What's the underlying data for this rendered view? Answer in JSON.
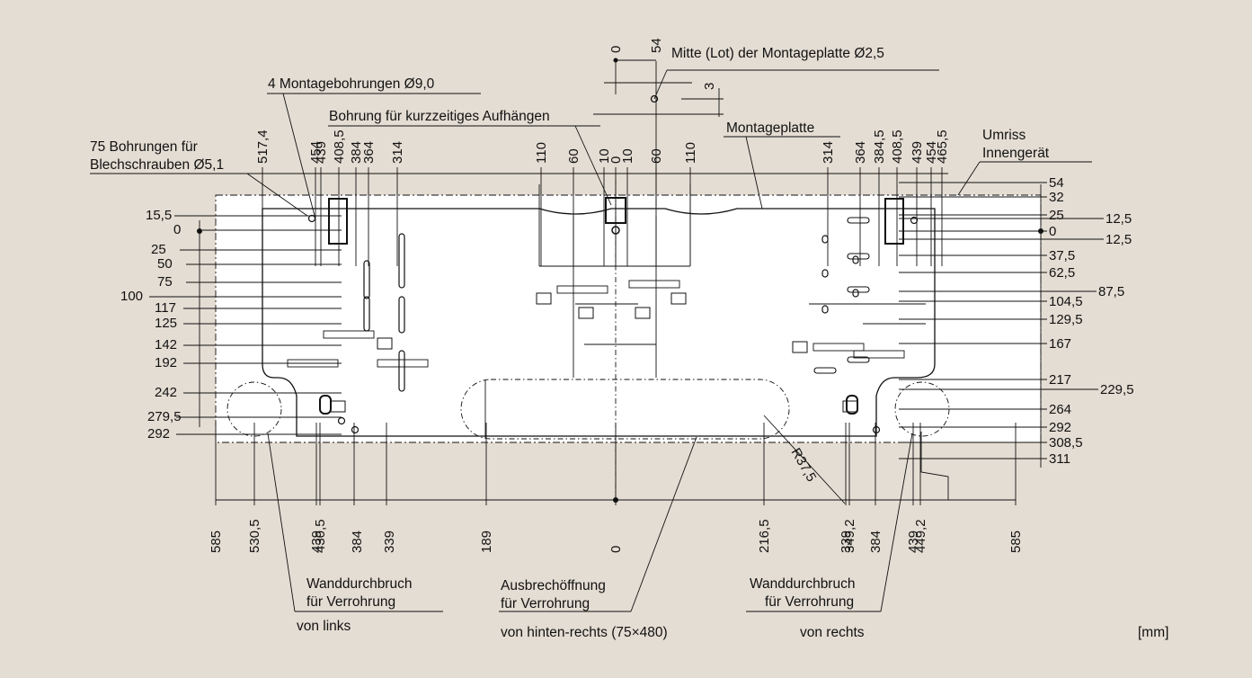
{
  "colors": {
    "background": "#e4ddd3",
    "ink": "#111111",
    "panel": "#ffffff"
  },
  "labels": {
    "center_hole": "Mitte (Lot) der Montageplatte Ø2,5",
    "mount_holes": "4 Montagebohrungen Ø9,0",
    "hang_hole": "Bohrung für kurzzeitiges Aufhängen",
    "screw_holes_1": "75 Bohrungen für",
    "screw_holes_2": "Blechschrauben Ø5,1",
    "mount_plate": "Montageplatte",
    "outline_1": "Umriss",
    "outline_2": "Innengerät",
    "wall_left_1": "Wanddurchbruch",
    "wall_left_2": "für Verrohrung",
    "wall_left_3": "von links",
    "knockout_1": "Ausbrechöffnung",
    "knockout_2": "für Verrohrung",
    "knockout_3": "von hinten-rechts (75×480)",
    "wall_right_1": "Wanddurchbruch",
    "wall_right_2": "für Verrohrung",
    "wall_right_3": "von rechts",
    "unit": "[mm]",
    "radius": "R37,5"
  },
  "dims": {
    "center_top_0": "0",
    "center_top_54": "54",
    "center_3": "3",
    "top": [
      "517,4",
      "454",
      "439",
      "408,5",
      "384",
      "364",
      "314",
      "110",
      "60",
      "10",
      "0",
      "10",
      "60",
      "110",
      "314",
      "364",
      "384,5",
      "408,5",
      "439",
      "454",
      "465,5"
    ],
    "left": [
      "15,5",
      "0",
      "25",
      "50",
      "75",
      "100",
      "117",
      "125",
      "142",
      "192",
      "242",
      "279,5",
      "292"
    ],
    "right": [
      "54",
      "32",
      "25",
      "12,5",
      "0",
      "12,5",
      "37,5",
      "62,5",
      "87,5",
      "104,5",
      "129,5",
      "167",
      "217",
      "229,5",
      "264",
      "292",
      "308,5",
      "311"
    ],
    "bottom": [
      "585",
      "530,5",
      "439",
      "430,5",
      "384",
      "339",
      "189",
      "0",
      "216,5",
      "339",
      "349,2",
      "384",
      "439",
      "449,2",
      "585"
    ]
  }
}
